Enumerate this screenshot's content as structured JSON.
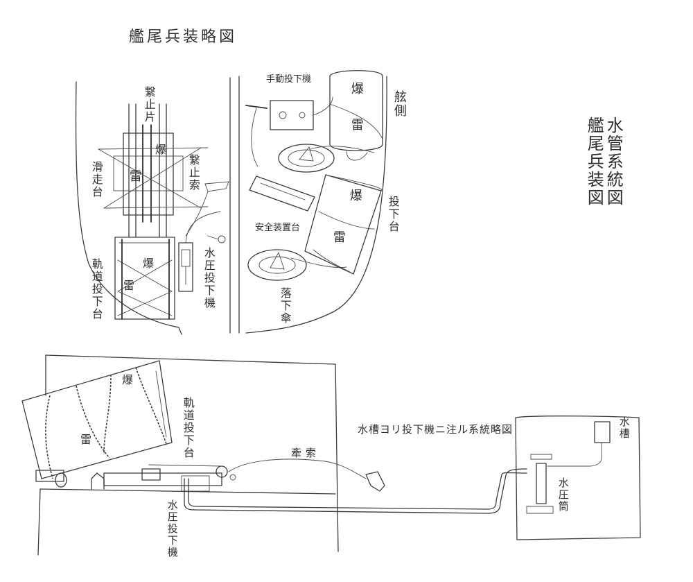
{
  "titles": {
    "main": "艦尾兵装略図",
    "water_system": "艦尾兵装図水管系統図",
    "water_system_col1": "艦尾兵装図",
    "water_system_col2": "水管系統図",
    "lower": "水槽ヨリ投下機ニ注ル系統略図"
  },
  "labels": {
    "keishihen": "繋止片",
    "kassoudai": "滑走台",
    "keishisaku": "繋止索",
    "baku_left": "爆",
    "rai_left": "雷",
    "kidou_touka_dai": "軌道投下台",
    "baku_left2": "爆",
    "rai_left2": "雷",
    "suiatsu_toukaki": "水圧投下機",
    "shudou_toukaki": "手動投下機",
    "baku_right1": "爆",
    "rai_right1": "雷",
    "gensoku": "舷側",
    "anzen_souchi": "安全装置台",
    "baku_right2": "爆",
    "rai_right2": "雷",
    "touka_dai": "投下台",
    "rakkasan": "落下傘",
    "baku_lower": "爆",
    "rai_lower": "雷",
    "kidou_touka_dai_lower": "軌道投下台",
    "hikizuna": "牽索",
    "suiatsu_toukaki_lower": "水圧投下機",
    "suisou": "水槽",
    "suiatsu_tsutsu": "水圧筒"
  }
}
